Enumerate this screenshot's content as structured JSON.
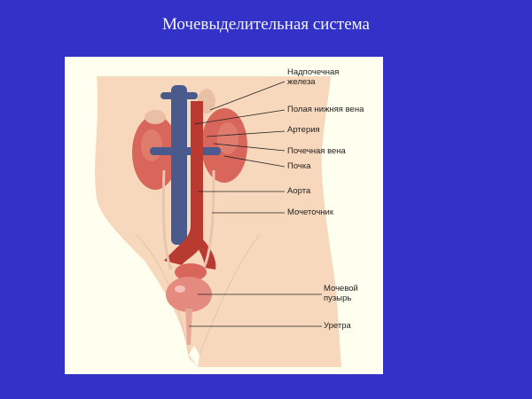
{
  "title": "Мочевыделительная система",
  "colors": {
    "background": "#3232c8",
    "panel": "#fffff0",
    "skin": "#f7d8bd",
    "organ": "#d9665a",
    "vein": "#4a5a8c",
    "artery": "#b83a30"
  },
  "labels": {
    "adrenal_line1": "Надпочечная",
    "adrenal_line2": "железа",
    "vena_cava": "Полая нижняя вена",
    "artery": "Артерия",
    "renal_vein": "Почечная вена",
    "kidney": "Почка",
    "aorta": "Аорта",
    "ureter": "Мочеточник",
    "bladder_line1": "Мочевой",
    "bladder_line2": "пузырь",
    "urethra": "Уретра"
  }
}
